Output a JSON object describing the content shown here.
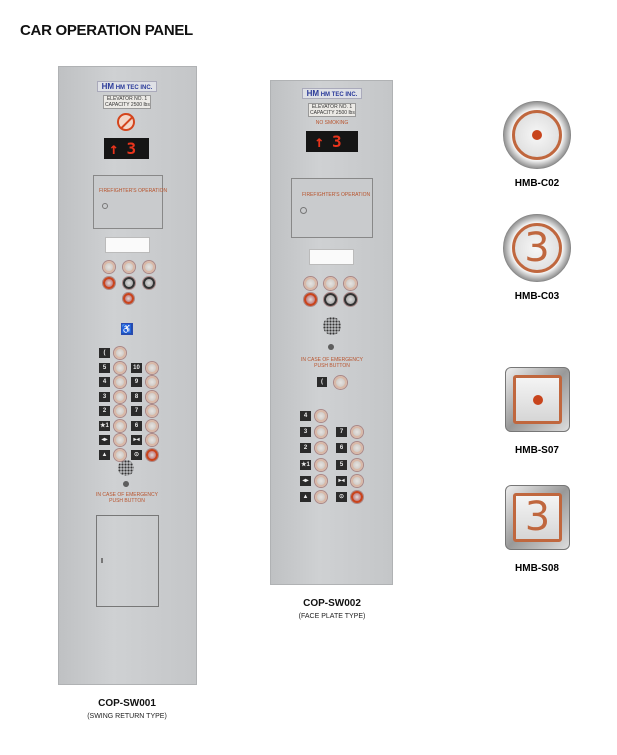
{
  "title": "CAR OPERATION PANEL",
  "brand": "HM TEC INC.",
  "logo_mark": "HM",
  "panel1": {
    "plate": [
      "ELEVATOR NO. 1",
      "CAPACITY 2500 lbs"
    ],
    "display": "↑3",
    "fire_label": "FIREFIGHTER'S OPERATION",
    "keypad": [
      [
        "(",
        ""
      ],
      [
        "5",
        "10"
      ],
      [
        "4",
        "9"
      ],
      [
        "3",
        "8"
      ],
      [
        "2",
        "7"
      ],
      [
        "★1",
        "6"
      ],
      [
        "◂▸",
        "▸◂"
      ],
      [
        "▲",
        "⊙"
      ]
    ],
    "caption": "COP-SW001",
    "subcaption": "(SWING RETURN TYPE)",
    "warning": "IN CASE OF EMERGENCY PUSH BUTTON"
  },
  "panel2": {
    "plate": [
      "ELEVATOR NO. 1",
      "CAPACITY 2500 lbs"
    ],
    "plate_red": "NO SMOKING",
    "display": "↑3",
    "fire_label": "FIREFIGHTER'S OPERATION",
    "keypad": [
      [
        "4",
        ""
      ],
      [
        "3",
        "7"
      ],
      [
        "2",
        "6"
      ],
      [
        "★1",
        "5"
      ],
      [
        "◂▸",
        "▸◂"
      ],
      [
        "▲",
        "⊙"
      ]
    ],
    "phone_key": "(",
    "caption": "COP-SW002",
    "subcaption": "(FACE PLATE TYPE)",
    "warning": "IN CASE OF EMERGENCY PUSH BUTTON"
  },
  "buttons": [
    {
      "model": "HMB-C02",
      "face": "dot"
    },
    {
      "model": "HMB-C03",
      "face": "3"
    },
    {
      "model": "HMB-S07",
      "face": "dot"
    },
    {
      "model": "HMB-S08",
      "face": "3"
    }
  ],
  "colors": {
    "accent": "#c0673e",
    "brand": "#2a3a9a"
  }
}
